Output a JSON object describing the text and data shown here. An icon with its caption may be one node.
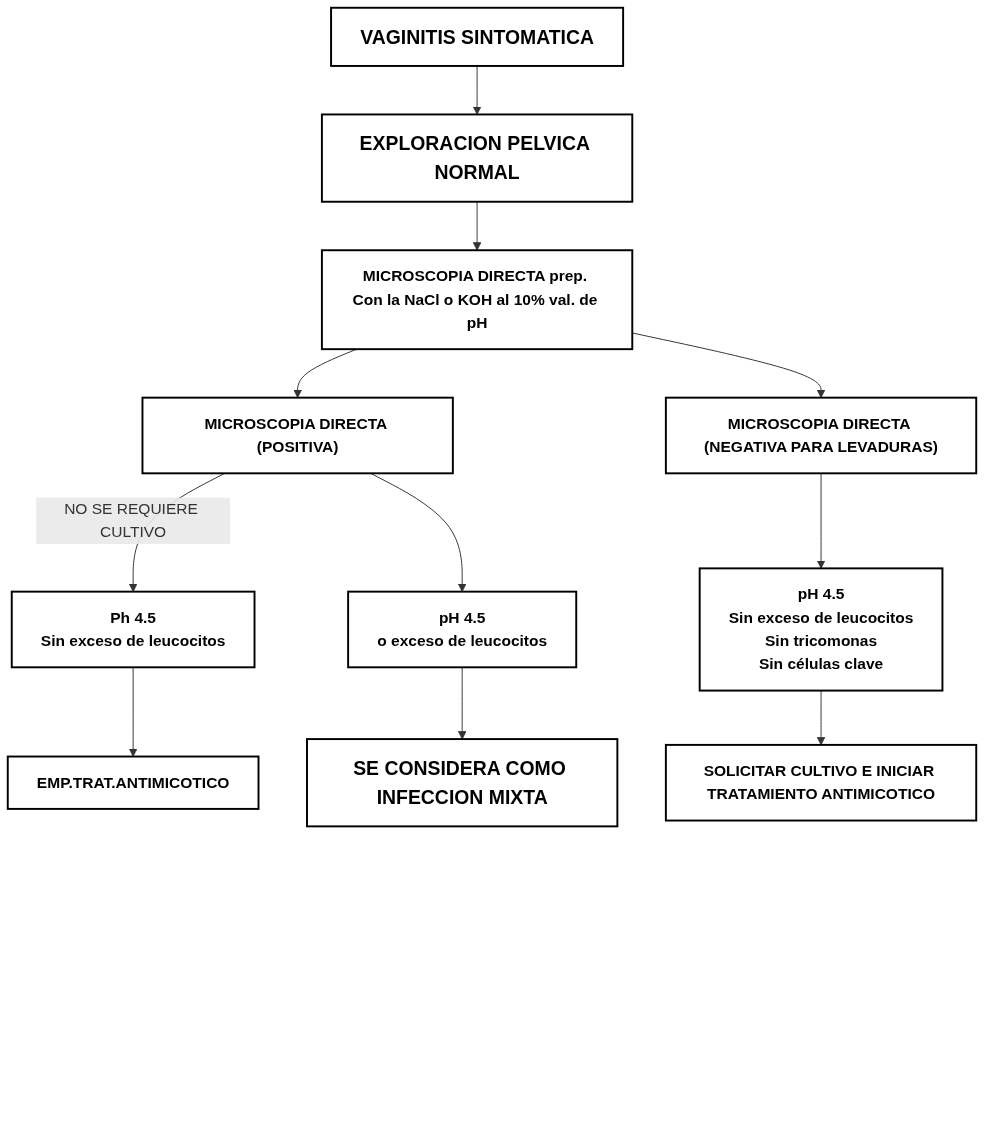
{
  "diagram": {
    "nodes": [
      {
        "text": [
          "VAGINITIS SINTOMATICA"
        ]
      },
      {
        "text": [
          "EXPLORACION PELVICA NORMAL"
        ]
      },
      {
        "text": [
          "MICROSCOPIA DIRECTA prep. Con la NaCl o KOH al 10% val. de pH"
        ]
      },
      {
        "text": [
          "MICROSCOPIA DIRECTA (POSITIVA)"
        ]
      },
      {
        "text": [
          "MICROSCOPIA DIRECTA (NEGATIVA PARA LEVADURAS)"
        ]
      },
      {
        "text": [
          "Ph 4.5",
          "Sin exceso de leucocitos"
        ]
      },
      {
        "text": [
          "pH 4.5",
          "o exceso de leucocitos"
        ]
      },
      {
        "text": [
          "pH 4.5",
          "Sin exceso de leucocitos",
          "Sin tricomonas",
          "Sin células clave"
        ]
      },
      {
        "text": [
          "EMP.TRAT.ANTIMICOTICO"
        ]
      },
      {
        "text": [
          "SOLICITAR CULTIVO E INICIAR TRATAMIENTO ANTIMICOTICO"
        ]
      },
      {
        "text": [
          "SE CONSIDERA COMO INFECCION MIXTA"
        ]
      }
    ],
    "edges": [
      {
        "from": 0,
        "to": 1,
        "arrow": "to"
      },
      {
        "from": 1,
        "to": 2,
        "arrow": "to"
      },
      {
        "from": 2,
        "to": 3,
        "arrow": "to"
      },
      {
        "from": 2,
        "to": 4,
        "arrow": "to"
      },
      {
        "from": 3,
        "to": 5,
        "arrow": "to",
        "label": "NO SE REQUIERE CULTIVO"
      },
      {
        "from": 3,
        "to": 6,
        "arrow": "to"
      },
      {
        "from": 4,
        "to": 7,
        "arrow": "to"
      },
      {
        "from": 5,
        "to": 8,
        "arrow": "to"
      },
      {
        "from": 6,
        "to": 10,
        "arrow": "to"
      },
      {
        "from": 7,
        "to": 9,
        "arrow": "to"
      }
    ]
  }
}
